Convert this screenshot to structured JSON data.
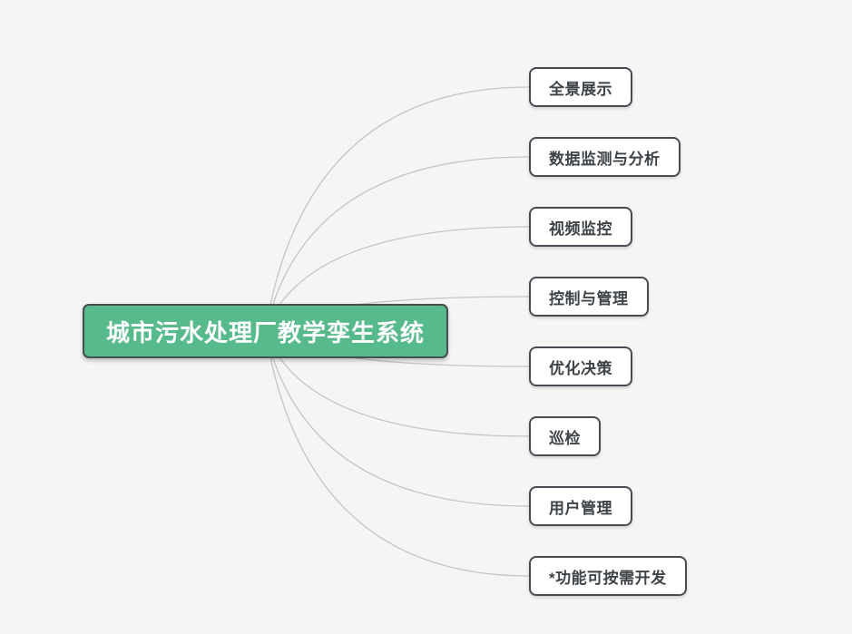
{
  "mindmap": {
    "root": {
      "label": "城市污水处理厂教学孪生系统"
    },
    "children": [
      {
        "label": "全景展示"
      },
      {
        "label": "数据监测与分析"
      },
      {
        "label": "视频监控"
      },
      {
        "label": "控制与管理"
      },
      {
        "label": "优化决策"
      },
      {
        "label": "巡检"
      },
      {
        "label": "用户管理"
      },
      {
        "label": "*功能可按需开发"
      }
    ],
    "colors": {
      "background": "#f5f5f5",
      "root_fill": "#57ba8c",
      "root_text": "#ffffff",
      "node_border": "#474c53",
      "node_text": "#3e4348",
      "connector": "#c5c5c5"
    }
  }
}
